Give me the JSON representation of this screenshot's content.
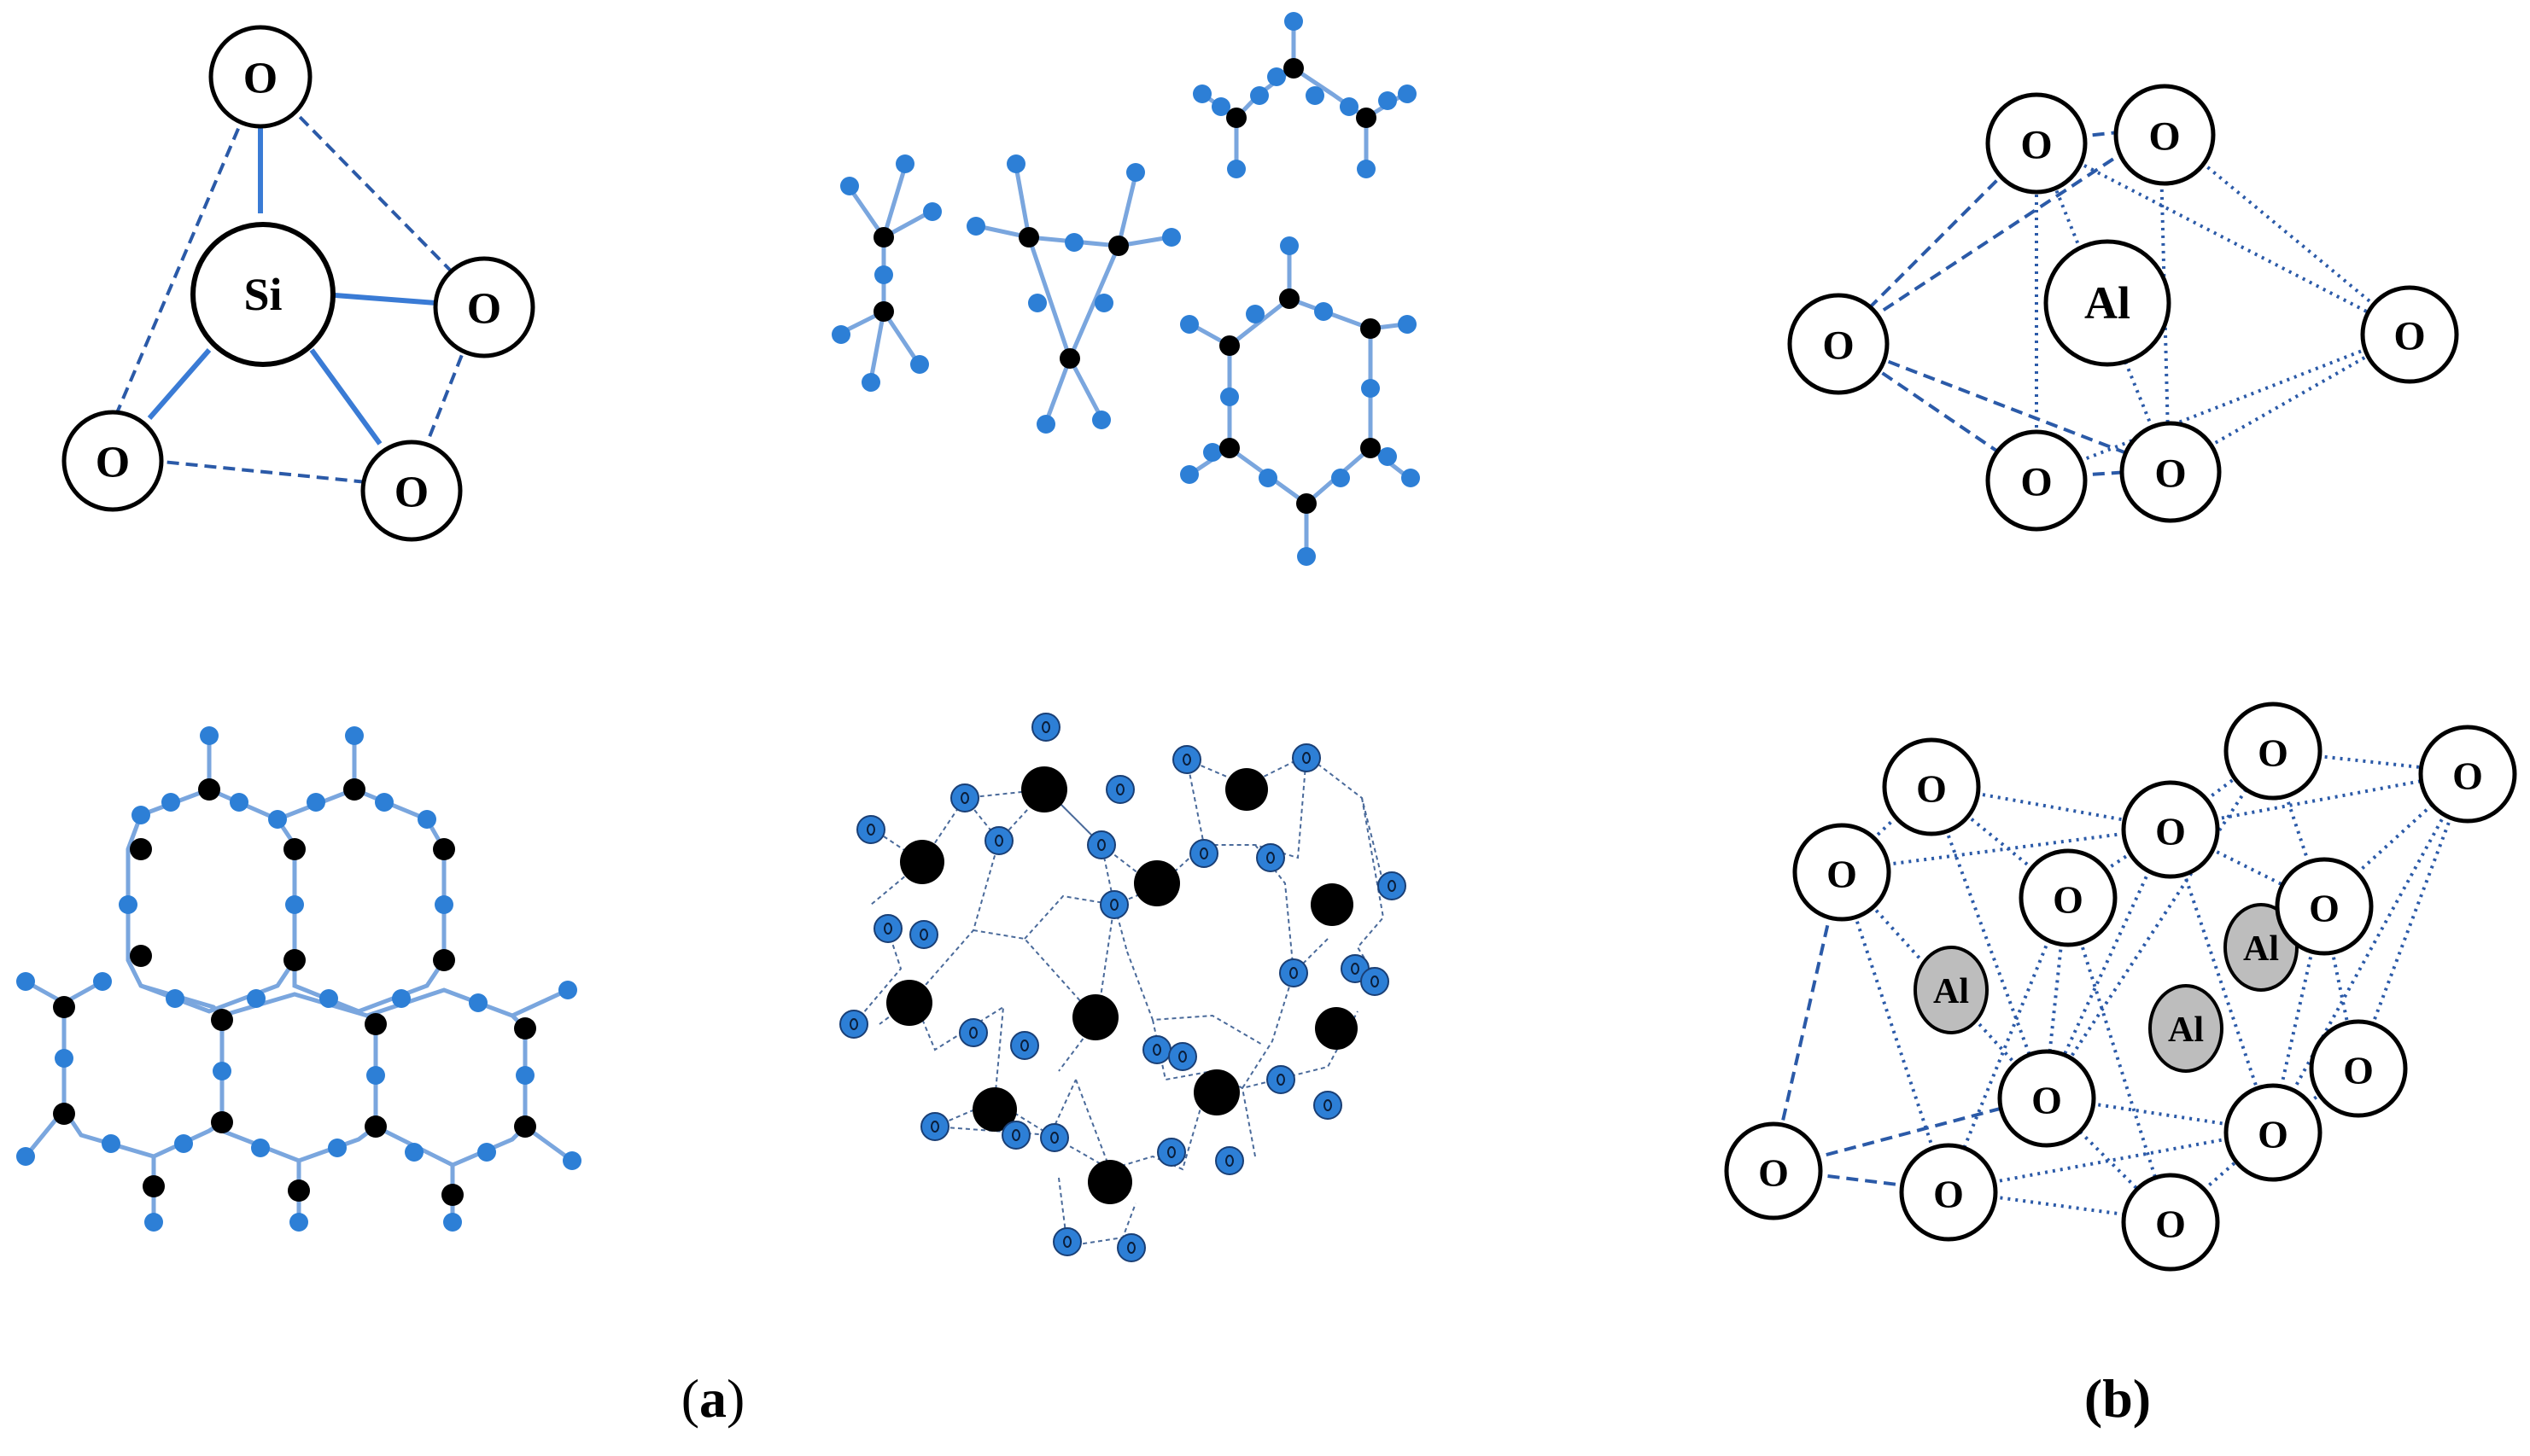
{
  "figure": {
    "labels": {
      "oxygen": "O",
      "silicon": "Si",
      "aluminum": "Al"
    },
    "panel_a": {
      "label_open": "(",
      "label_letter": "a",
      "label_close": ")"
    },
    "panel_b": {
      "label_text": "(b)"
    },
    "colors": {
      "bond_blue": "#3a7bd5",
      "node_blue": "#2d7fd6",
      "node_black": "#000000",
      "al_gray": "#bdbdbd"
    }
  }
}
